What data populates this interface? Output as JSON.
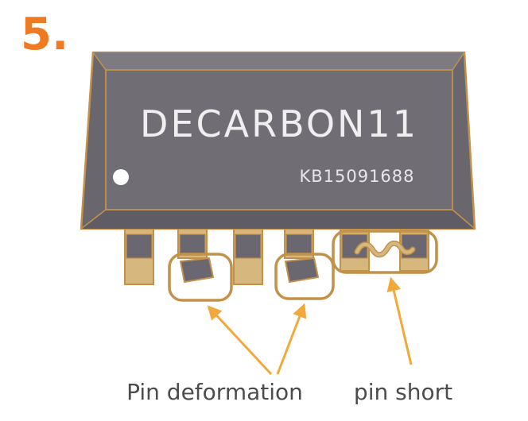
{
  "figure": {
    "step_number": "5.",
    "chip": {
      "title": "DECARBON11",
      "serial": "KB15091688"
    },
    "labels": {
      "pin_deformation": "Pin deformation",
      "pin_short": "pin short"
    }
  },
  "colors": {
    "accent": "#ee7a21",
    "arrow": "#f2a93c",
    "outline": "#c2914a",
    "chip-face": "#716d75",
    "chip-bevel-top": "#7e7a82",
    "chip-bevel-side": "#6a666e",
    "chip-bevel-bottom": "#605c65",
    "pin-gray": "#6b6770",
    "pin-tan": "#d6b77d",
    "caption": "#4c4c4e"
  }
}
